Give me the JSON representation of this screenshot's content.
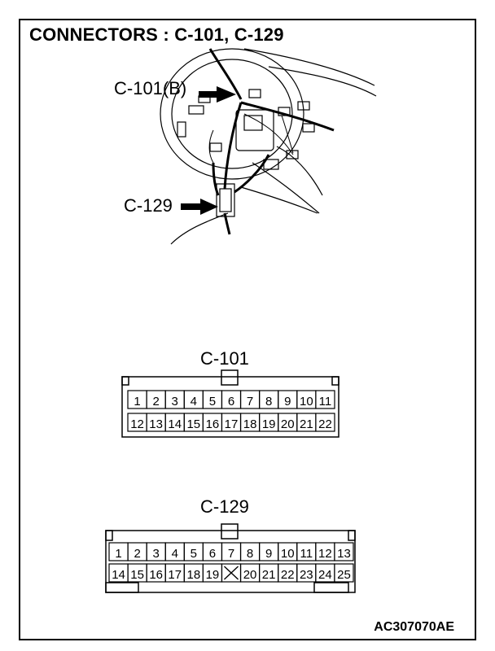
{
  "title": "CONNECTORS : C-101, C-129",
  "illustration": {
    "callout_c101": "C-101(B)",
    "callout_c129": "C-129"
  },
  "connector_c101": {
    "label": "C-101",
    "top_row": [
      "1",
      "2",
      "3",
      "4",
      "5",
      "6",
      "7",
      "8",
      "9",
      "10",
      "11"
    ],
    "bottom_row": [
      "12",
      "13",
      "14",
      "15",
      "16",
      "17",
      "18",
      "19",
      "20",
      "21",
      "22"
    ]
  },
  "connector_c129": {
    "label": "C-129",
    "top_row": [
      "1",
      "2",
      "3",
      "4",
      "5",
      "6",
      "7",
      "8",
      "9",
      "10",
      "11",
      "12",
      "13"
    ],
    "bottom_row": [
      "14",
      "15",
      "16",
      "17",
      "18",
      "19",
      "X",
      "20",
      "21",
      "22",
      "23",
      "24",
      "25"
    ]
  },
  "figure_code": "AC307070AE"
}
